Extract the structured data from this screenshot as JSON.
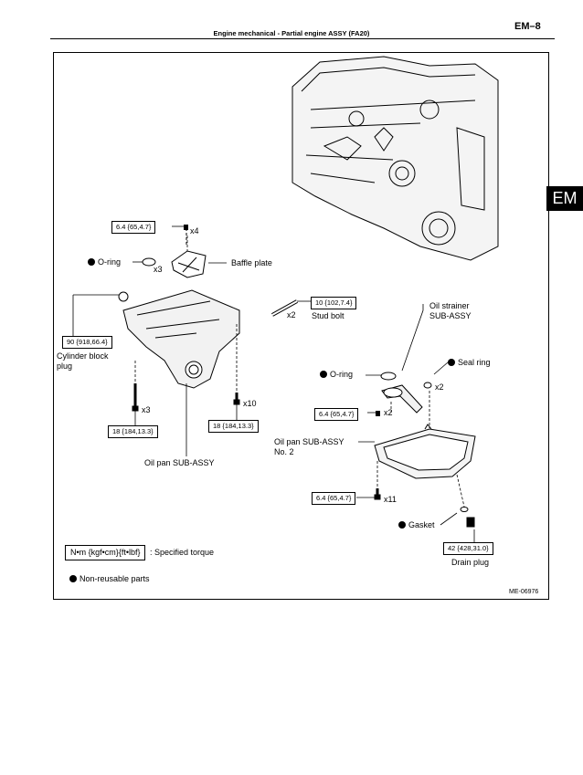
{
  "header": {
    "title": "Engine mechanical - Partial engine ASSY (FA20)",
    "page": "EM–8",
    "tab": "EM"
  },
  "labels": {
    "o_ring_top": "O-ring",
    "baffle_plate": "Baffle plate",
    "cylinder_block_plug": "Cylinder block\nplug",
    "stud_bolt": "Stud bolt",
    "oil_strainer": "Oil strainer\nSUB-ASSY",
    "seal_ring": "Seal ring",
    "o_ring_right": "O-ring",
    "oil_pan_no2": "Oil pan SUB-ASSY\nNo. 2",
    "oil_pan": "Oil pan SUB-ASSY",
    "gasket": "Gasket",
    "drain_plug": "Drain plug"
  },
  "torques": {
    "baffle_bolts": "6.4 {65,4.7}",
    "plug": "90 {918,66.4}",
    "stud_bolt": "10 {102,7.4}",
    "oil_pan_left": "18 {184,13.3}",
    "oil_pan_right": "18 {184,13.3}",
    "strainer_bolts": "6.4 {65,4.7}",
    "oil_pan_no2_bolts": "6.4 {65,4.7}",
    "drain_plug": "42 {428,31.0}"
  },
  "counts": {
    "baffle_bolts": "x4",
    "o_ring_top": "x3",
    "stud_bolt": "x2",
    "oil_pan_left": "x3",
    "oil_pan_right": "x10",
    "seal_ring": "x2",
    "strainer_bolts": "x2",
    "oil_pan_no2_bolts": "x11"
  },
  "legend": {
    "units": "N•m {kgf•cm}{ft•lbf}",
    "units_desc": ": Specified torque",
    "non_reusable": "Non-reusable parts"
  },
  "figure_code": "ME-06976"
}
